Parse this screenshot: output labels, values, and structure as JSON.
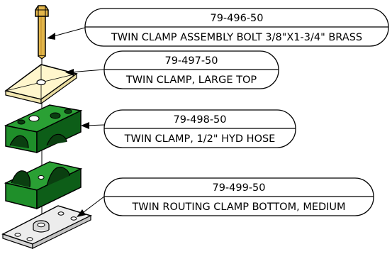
{
  "callouts": [
    {
      "part_number": "79-496-50",
      "description": "TWIN CLAMP ASSEMBLY BOLT 3/8\"X1-3/4\" BRASS"
    },
    {
      "part_number": "79-497-50",
      "description": "TWIN CLAMP, LARGE TOP"
    },
    {
      "part_number": "79-498-50",
      "description": "TWIN CLAMP, 1/2\" HYD HOSE"
    },
    {
      "part_number": "79-499-50",
      "description": "TWIN ROUTING CLAMP BOTTOM, MEDIUM"
    }
  ],
  "colors": {
    "bolt_brass": "#e3b64a",
    "top_plate": "#fff6cc",
    "clamp_green": "#1f8f2a",
    "clamp_green_dark": "#0d5e18",
    "bottom_plate": "#ececec",
    "outline": "#000000"
  }
}
